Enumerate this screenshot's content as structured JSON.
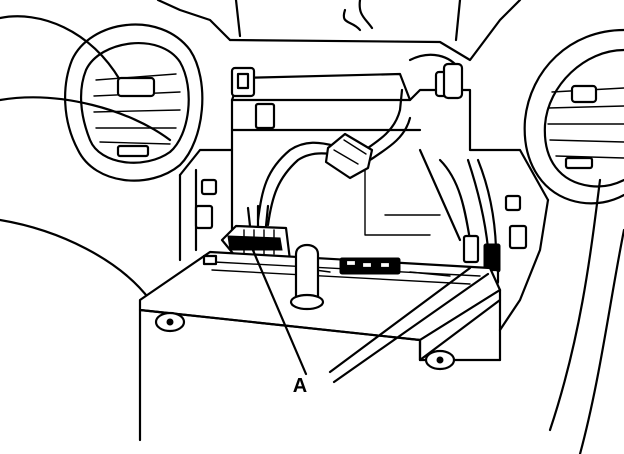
{
  "callout": {
    "label": "A"
  },
  "icons": [
    "air-vent-left",
    "air-vent-right",
    "wiring-harness",
    "connector",
    "antenna-lead",
    "screw",
    "radio-unit"
  ]
}
